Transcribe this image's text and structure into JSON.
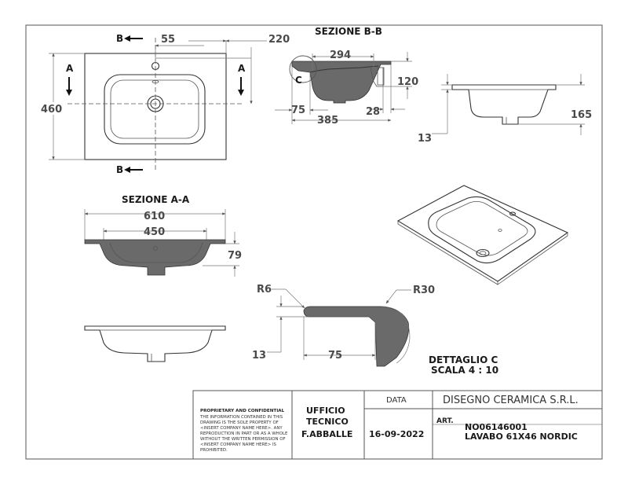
{
  "top_view": {
    "section_b_top": "B",
    "section_b_bottom": "B",
    "section_a_left": "A",
    "section_a_right": "A",
    "dim_55": "55",
    "dim_220": "220",
    "dim_460": "460"
  },
  "section_bb": {
    "title": "SEZIONE B-B",
    "dim_294": "294",
    "dim_120": "120",
    "dim_75": "75",
    "dim_28": "28",
    "dim_385": "385",
    "detail_c": "C"
  },
  "side_view": {
    "dim_165": "165",
    "dim_13": "13"
  },
  "section_aa": {
    "title": "SEZIONE A-A",
    "dim_610": "610",
    "dim_450": "450",
    "dim_79": "79"
  },
  "detail_c": {
    "r6": "R6",
    "r30": "R30",
    "dim_13": "13",
    "dim_75": "75",
    "title": "DETTAGLIO C",
    "scale": "SCALA 4 : 10"
  },
  "title_block": {
    "proprietary_title": "PROPRIETARY AND CONFIDENTIAL",
    "proprietary_lines": [
      "THE INFORMATION CONTAINED IN THIS",
      "DRAWING IS THE SOLE PROPERTY OF",
      "<INSERT COMPANY NAME HERE>.  ANY",
      "REPRODUCTION IN PART OR AS A WHOLE",
      "WITHOUT THE WRITTEN PERMISSION OF",
      "<INSERT COMPANY NAME HERE> IS",
      "PROHIBITED."
    ],
    "office_line1": "UFFICIO",
    "office_line2": "TECNICO",
    "author": "F.ABBALLE",
    "date_label": "DATA",
    "date": "16-09-2022",
    "company": "DISEGNO CERAMICA S.R.L.",
    "art_label": "ART.",
    "article_code": "NO06146001",
    "article_name": "LAVABO 61X46 NORDIC"
  }
}
